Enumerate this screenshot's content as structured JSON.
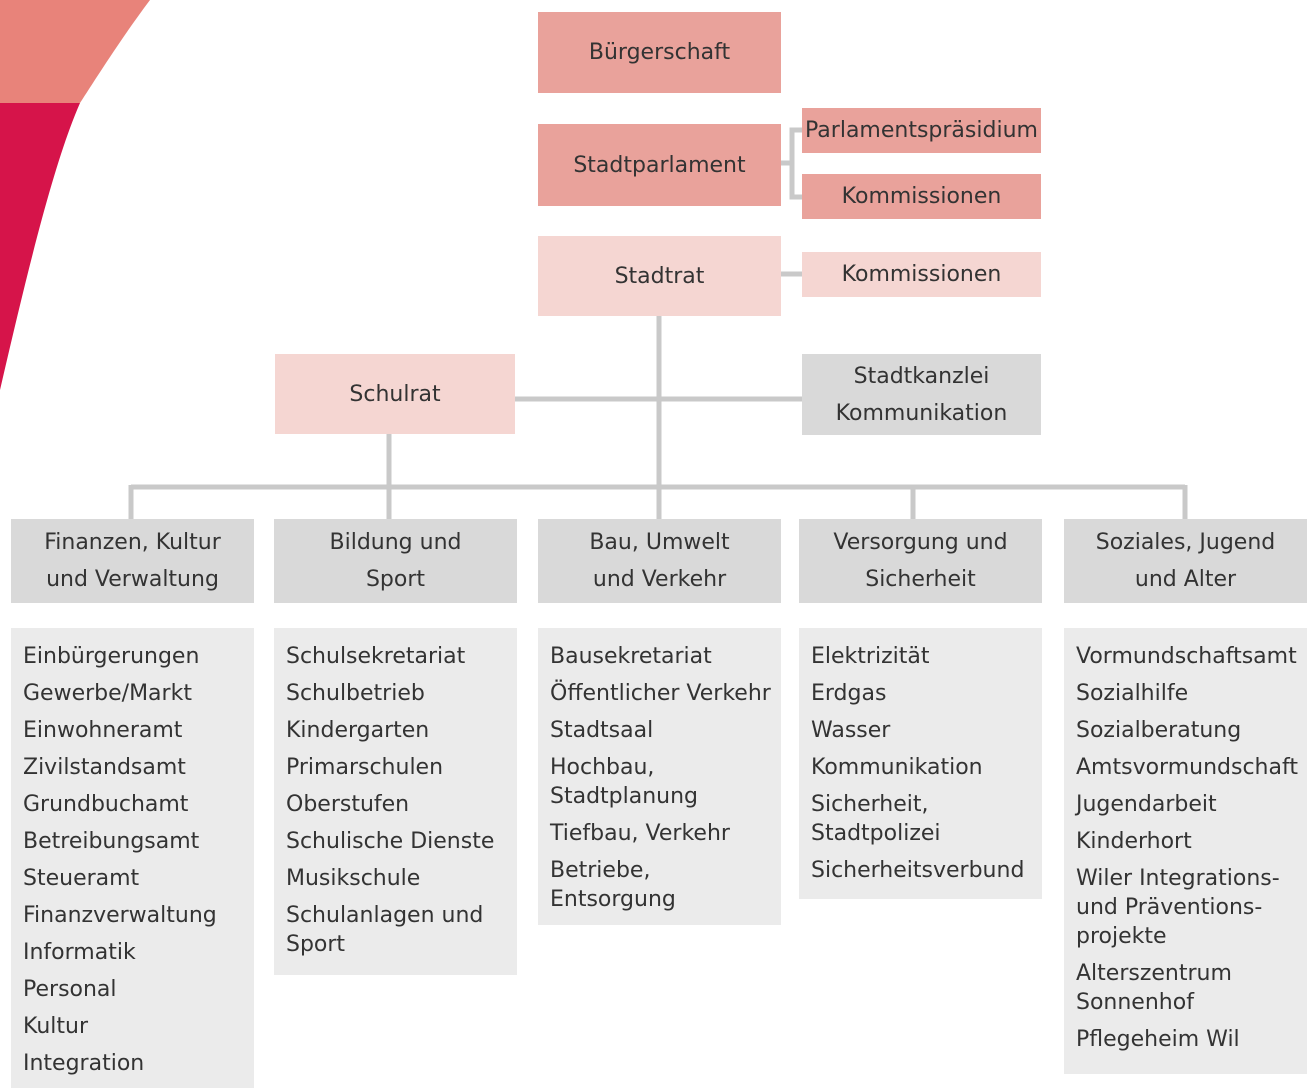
{
  "colors": {
    "accent_dark": "#d6144a",
    "accent_light": "#e8837a",
    "box_dark": "#e9a29b",
    "box_light": "#f5d6d2",
    "box_grey": "#d9d9d9",
    "list_bg": "#ebebeb",
    "connector": "#c9c9c9"
  },
  "nodes": {
    "buergerschaft": "Bürgerschaft",
    "stadtparlament": "Stadtparlament",
    "parlamentspraesidium": "Parlamentspräsidium",
    "kommissionen_parlament": "Kommissionen",
    "stadtrat": "Stadtrat",
    "kommissionen_stadtrat": "Kommissionen",
    "schulrat": "Schulrat",
    "stadtkanzlei": "Stadtkanzlei",
    "kommunikation": "Kommunikation"
  },
  "departments": [
    {
      "line1": "Finanzen, Kultur",
      "line2": "und Verwaltung",
      "items": [
        "Einbürgerungen",
        "Gewerbe/Markt",
        "Einwohneramt",
        "Zivilstandsamt",
        "Grundbuchamt",
        "Betreibungsamt",
        "Steueramt",
        "Finanzverwaltung",
        "Informatik",
        "Personal",
        "Kultur",
        "Integration"
      ]
    },
    {
      "line1": "Bildung und",
      "line2": "Sport",
      "items": [
        "Schulsekretariat",
        "Schulbetrieb",
        "Kindergarten",
        "Primarschulen",
        "Oberstufen",
        "Schulische Dienste",
        "Musikschule",
        "Schulanlagen und\nSport"
      ]
    },
    {
      "line1": "Bau, Umwelt",
      "line2": "und Verkehr",
      "items": [
        "Bausekretariat",
        "Öffentlicher Verkehr",
        "Stadtsaal",
        "Hochbau,\nStadtplanung",
        "Tiefbau, Verkehr",
        "Betriebe,\nEntsorgung"
      ]
    },
    {
      "line1": "Versorgung und",
      "line2": "Sicherheit",
      "items": [
        "Elektrizität",
        "Erdgas",
        "Wasser",
        "Kommunikation",
        "Sicherheit,\nStadtpolizei",
        "Sicherheitsverbund"
      ]
    },
    {
      "line1": "Soziales, Jugend",
      "line2": "und Alter",
      "items": [
        "Vormundschaftsamt",
        "Sozialhilfe",
        "Sozialberatung",
        "Amtsvormundschaft",
        "Jugendarbeit",
        "Kinderhort",
        "Wiler Integrations-\nund Präventions-\nprojekte",
        "Alterszentrum\nSonnenhof",
        "Pflegeheim Wil"
      ]
    }
  ]
}
